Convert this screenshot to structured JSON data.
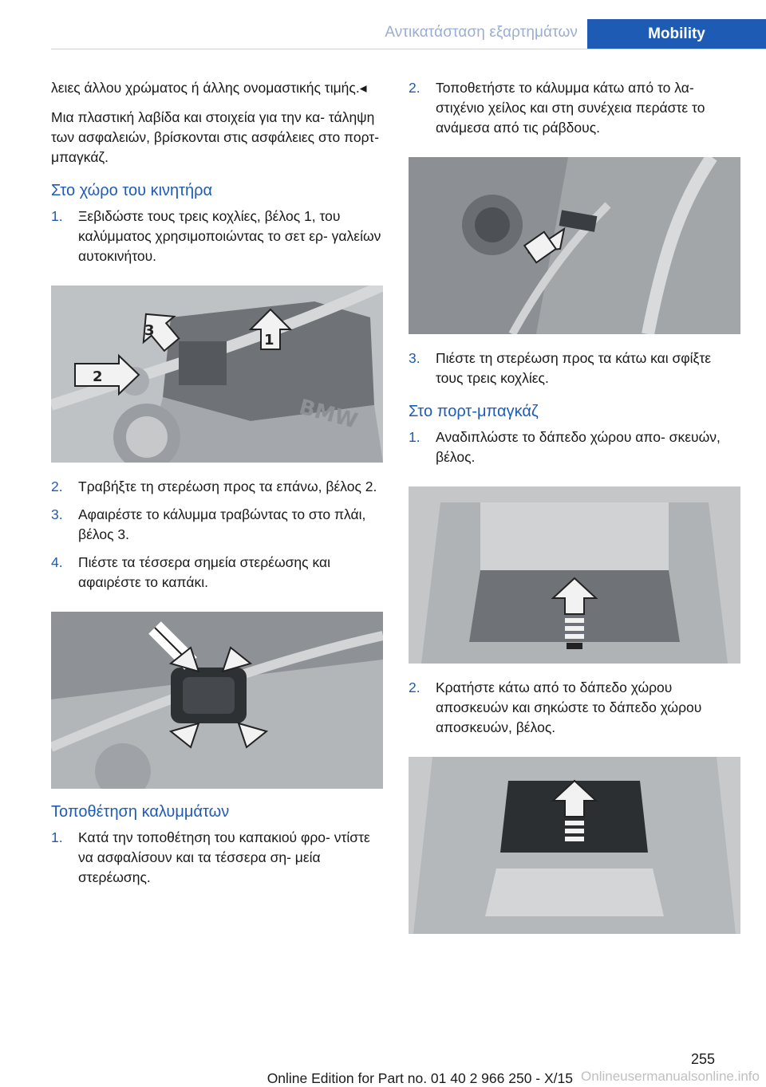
{
  "header": {
    "section": "Αντικατάσταση εξαρτημάτων",
    "tab": "Mobility"
  },
  "left": {
    "intro1": "λειες άλλου χρώματος ή άλλης ονομαστικής τιμής.◂",
    "intro2": "Μια πλαστική λαβίδα και στοιχεία για την κα‐ τάληψη των ασφαλειών, βρίσκονται στις ασφάλειες στο πορτ-μπαγκάζ.",
    "heading1": "Στο χώρο του κινητήρα",
    "steps1": [
      {
        "num": "1.",
        "text": "Ξεβιδώστε τους τρεις κοχλίες, βέλος 1, του καλύμματος χρησιμοποιώντας το σετ ερ‐ γαλείων αυτοκινήτου."
      }
    ],
    "fig1_labels": [
      "1",
      "2",
      "3"
    ],
    "fig1_brand": "BMW",
    "steps2": [
      {
        "num": "2.",
        "text": "Τραβήξτε τη στερέωση προς τα επάνω, βέλος 2."
      },
      {
        "num": "3.",
        "text": "Αφαιρέστε το κάλυμμα τραβώντας το στο πλάι, βέλος 3."
      },
      {
        "num": "4.",
        "text": "Πιέστε τα τέσσερα σημεία στερέωσης και αφαιρέστε το καπάκι."
      }
    ],
    "heading2": "Τοποθέτηση καλυμμάτων",
    "steps3": [
      {
        "num": "1.",
        "text": "Κατά την τοποθέτηση του καπακιού φρο‐ ντίστε να ασφαλίσουν και τα τέσσερα ση‐ μεία στερέωσης."
      }
    ]
  },
  "right": {
    "steps1": [
      {
        "num": "2.",
        "text": "Τοποθετήστε το κάλυμμα κάτω από το λα‐ στιχένιο χείλος και στη συνέχεια περάστε το ανάμεσα από τις ράβδους."
      }
    ],
    "steps2": [
      {
        "num": "3.",
        "text": "Πιέστε τη στερέωση προς τα κάτω και σφίξτε τους τρεις κοχλίες."
      }
    ],
    "heading1": "Στο πορτ-μπαγκάζ",
    "steps3": [
      {
        "num": "1.",
        "text": "Αναδιπλώστε το δάπεδο χώρου απο‐ σκευών, βέλος."
      }
    ],
    "steps4": [
      {
        "num": "2.",
        "text": "Κρατήστε κάτω από το δάπεδο χώρου αποσκευών και σηκώστε το δάπεδο χώρου αποσκευών, βέλος."
      }
    ]
  },
  "footer": {
    "page_number": "255",
    "edition": "Online Edition for Part no. 01 40 2 966 250 - X/15",
    "watermark": "Onlineusermanualsonline.info"
  },
  "colors": {
    "accent": "#1e5bb5",
    "header_text": "#9aaed1"
  }
}
